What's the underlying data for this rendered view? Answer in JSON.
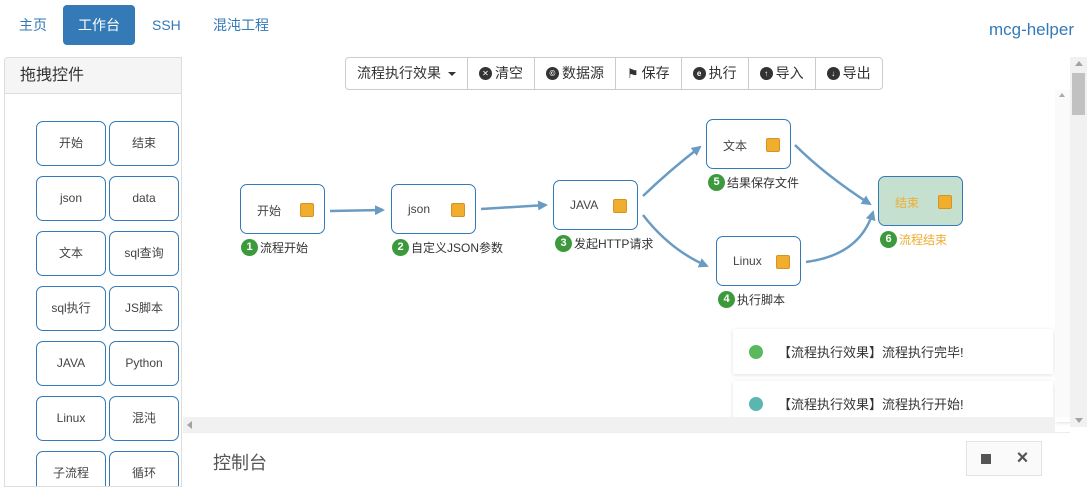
{
  "nav": {
    "items": [
      "主页",
      "工作台",
      "SSH",
      "混沌工程"
    ],
    "active": "工作台",
    "brand": "mcg-helper"
  },
  "left_panel": {
    "title": "拖拽控件",
    "controls": [
      "开始",
      "结束",
      "json",
      "data",
      "文本",
      "sql查询",
      "sql执行",
      "JS脚本",
      "JAVA",
      "Python",
      "Linux",
      "混沌",
      "子流程",
      "循环"
    ]
  },
  "toolbar": {
    "flow_dropdown": "流程执行效果",
    "clear": "清空",
    "datasource": "数据源",
    "save": "保存",
    "execute": "执行",
    "import": "导入",
    "export": "导出"
  },
  "flow": {
    "nodes": [
      {
        "label": "开始",
        "num": "1",
        "caption": "流程开始"
      },
      {
        "label": "json",
        "num": "2",
        "caption": "自定义JSON参数"
      },
      {
        "label": "JAVA",
        "num": "3",
        "caption": "发起HTTP请求"
      },
      {
        "label": "Linux",
        "num": "4",
        "caption": "执行脚本"
      },
      {
        "label": "文本",
        "num": "5",
        "caption": "结果保存文件"
      },
      {
        "label": "结束",
        "num": "6",
        "caption": "流程结束"
      }
    ]
  },
  "notifications": [
    {
      "text": "【流程执行效果】流程执行完毕!",
      "color": "#5cb85c"
    },
    {
      "text": "【流程执行效果】流程执行开始!",
      "color": "#5bb5b0"
    }
  ],
  "console": {
    "title": "控制台"
  },
  "colors": {
    "primary": "#337ab7",
    "port": "#f0ad2e",
    "step_badge": "#3c9a3c",
    "edge": "#6a9bc3"
  },
  "icons": {
    "close": "×"
  }
}
